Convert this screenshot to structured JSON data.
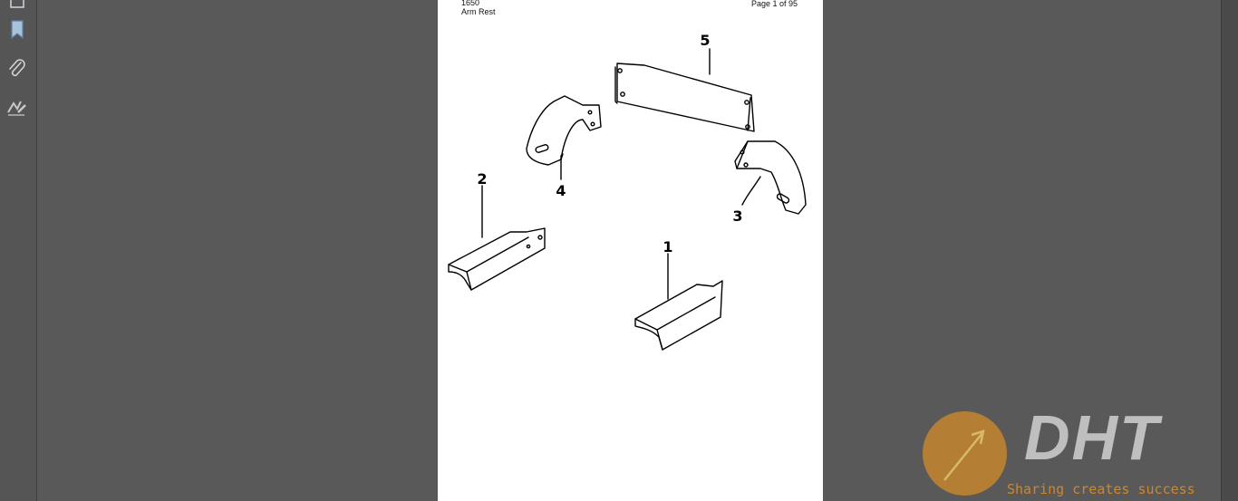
{
  "sidebar": {
    "buttons": [
      {
        "name": "page-thumbnails-icon"
      },
      {
        "name": "bookmarks-icon"
      },
      {
        "name": "attachments-icon"
      },
      {
        "name": "signatures-icon"
      }
    ]
  },
  "page": {
    "model": "1650",
    "section": "Arm Rest",
    "page_indicator": "Page 1 of 95"
  },
  "diagram": {
    "callouts": [
      "1",
      "2",
      "3",
      "4",
      "5"
    ]
  },
  "watermark": {
    "logo_text": "DHT",
    "tagline": "Sharing creates success"
  },
  "colors": {
    "background": "#595959",
    "page": "#ffffff",
    "watermark_orange": "#c8872c"
  }
}
